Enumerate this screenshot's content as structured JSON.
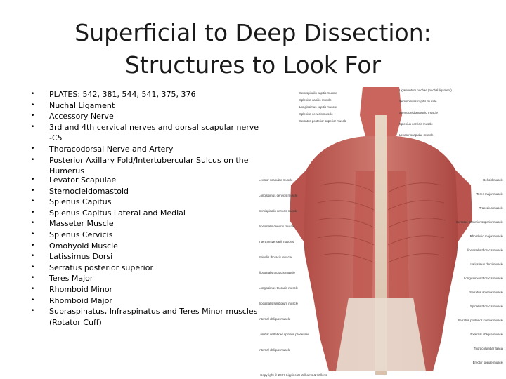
{
  "title": {
    "line1": "Superficial to Deep Dissection:",
    "line2": "Structures to Look For"
  },
  "list1": [
    "PLATES: 542, 381, 544, 541, 375, 376",
    "Nuchal Ligament",
    "Accessory Nerve",
    "3rd and 4th cervical nerves and dorsal scapular nerve -C5",
    "Thoracodorsal Nerve and Artery",
    "Posterior Axillary Fold/Intertubercular Sulcus on the Humerus"
  ],
  "list2": [
    "Levator Scapulae",
    "Sternocleidomastoid",
    "Splenus Capitus",
    "Splenus Capitus Lateral and Medial",
    "Masseter Muscle",
    "Splenus Cervicis",
    "Omohyoid Muscle",
    "Latissimus Dorsi",
    "Serratus posterior superior",
    "Teres Major",
    "Rhomboid Minor",
    "Rhomboid Major",
    "Supraspinatus, Infraspinatus and Teres Minor muscles (Rotator Cuff)"
  ],
  "figure": {
    "labels_top": [
      "Semispinalis capitis muscle",
      "Splenius capitis muscle",
      "Longissimus capitis muscle",
      "Splenius cervicis muscle",
      "Serratus posterior superior muscle"
    ],
    "labels_top_right": [
      "Ligamentum nuchae (nuchal ligament)",
      "Semispinalis capitis muscle",
      "Sternocleidomastoid muscle",
      "Splenius cervicis muscle",
      "Levator scapulae muscle"
    ],
    "labels_left": [
      "Levator scapulae muscle",
      "Longissimus cervicis muscle",
      "Semispinalis cervicis muscle",
      "Iliocostalis cervicis muscle",
      "Intertransversarii muscles",
      "Spinalis thoracis muscle",
      "Iliocostalis thoracis muscle",
      "Longissimus thoracis muscle",
      "Iliocostalis lumborum muscle",
      "Internal oblique muscle",
      "Lumbar vertebrae spinous processes",
      "Internal oblique muscle"
    ],
    "labels_right": [
      "Deltoid muscle",
      "Teres major muscle",
      "Trapezius muscle",
      "Serratus posterior superior muscle",
      "Rhomboid major muscle",
      "Iliocostalis thoracis muscle",
      "Latissimus dorsi muscle",
      "Longissimus thoracis muscle",
      "Serratus anterior muscle",
      "Spinalis thoracis muscle",
      "Serratus posterior inferior muscle",
      "External oblique muscle",
      "Thoracolumbar fascia",
      "Erector spinae muscle"
    ],
    "copyright": "Copyright © 2007 Lippincott Williams & Wilkins"
  }
}
